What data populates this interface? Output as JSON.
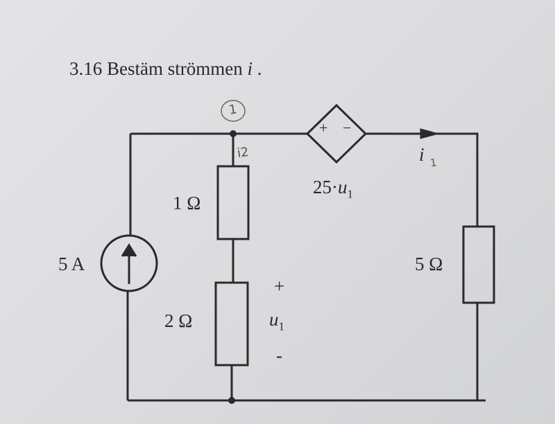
{
  "problem": {
    "number": "3.16",
    "text": "Bestäm strömmen",
    "variable": "i",
    "end": "."
  },
  "components": {
    "current_source": {
      "label": "5 A"
    },
    "resistor_1": {
      "label": "1 Ω"
    },
    "resistor_2": {
      "label": "2 Ω"
    },
    "resistor_5": {
      "label": "5 Ω"
    },
    "dependent_source": {
      "label": "25·",
      "var": "u",
      "sub": "1",
      "plus": "+",
      "minus": "−"
    },
    "voltage_u1": {
      "plus": "+",
      "var": "u",
      "sub": "1",
      "minus": "-"
    },
    "current_i": {
      "var": "i"
    }
  },
  "handwriting": {
    "node_number": "1",
    "branch_current": "i2",
    "current_subscript": "1"
  }
}
